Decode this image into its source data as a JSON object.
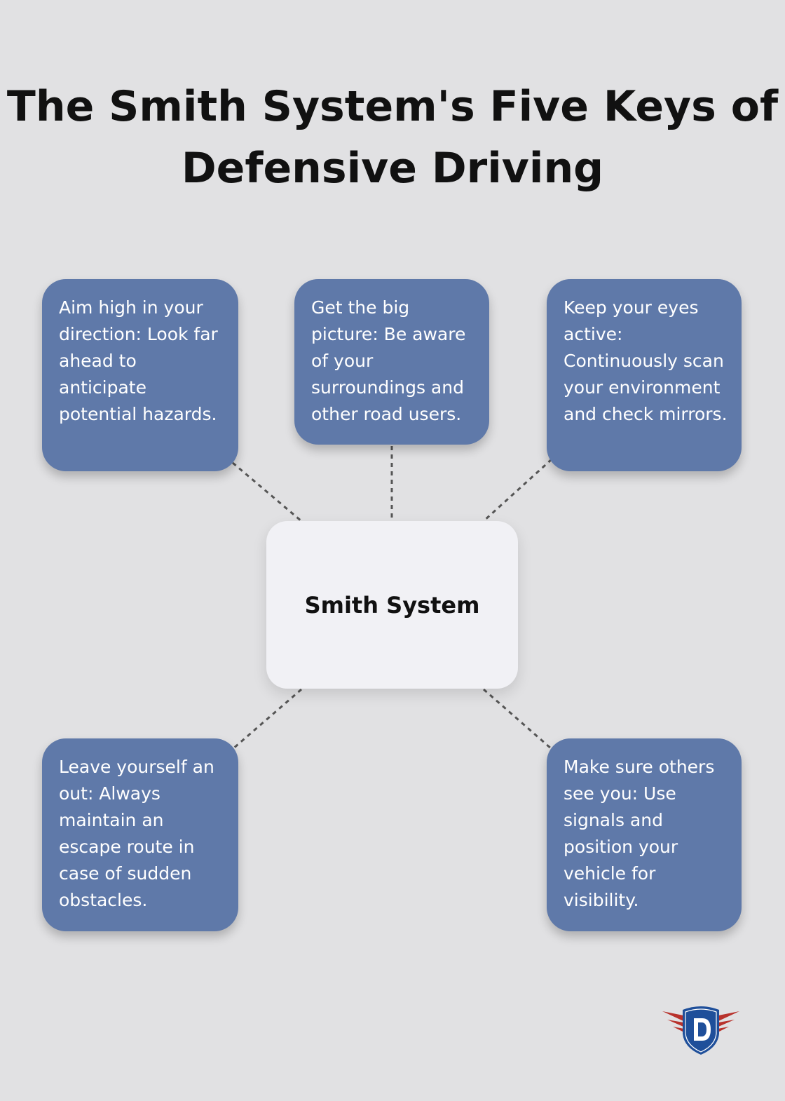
{
  "title": "The Smith System's Five Keys of Defensive Driving",
  "center": "Smith System",
  "keys": [
    "Aim high in your direction: Look far ahead to anticipate potential hazards.",
    "Get the big picture: Be aware of your surroundings and other road users.",
    "Keep your eyes active: Continuously scan your environment and check mirrors.",
    "Leave yourself an out: Always maintain an escape route in case of sudden obstacles.",
    "Make sure others see you: Use signals and position your vehicle for visibility."
  ],
  "logo": {
    "letter": "D"
  },
  "colors": {
    "box": "#5f79a9",
    "center": "#f1f1f5",
    "background": "#e1e1e3"
  }
}
